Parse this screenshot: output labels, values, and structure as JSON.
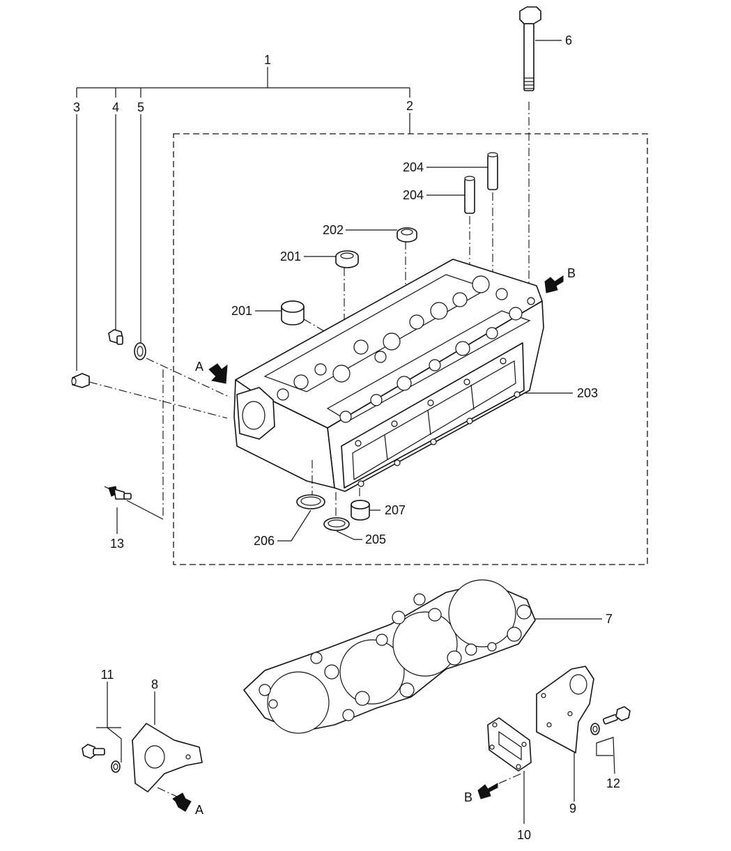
{
  "callouts": {
    "c1": "1",
    "c2": "2",
    "c3": "3",
    "c4": "4",
    "c5": "5",
    "c6": "6",
    "c7": "7",
    "c8": "8",
    "c9": "9",
    "c10": "10",
    "c11": "11",
    "c12": "12",
    "c13": "13",
    "c201a": "201",
    "c201b": "201",
    "c202": "202",
    "c203": "203",
    "c204a": "204",
    "c204b": "204",
    "c205": "205",
    "c206": "206",
    "c207": "207"
  },
  "view_markers": {
    "a_top": "A",
    "b_top": "B",
    "a_bottom": "A",
    "b_bottom": "B"
  }
}
